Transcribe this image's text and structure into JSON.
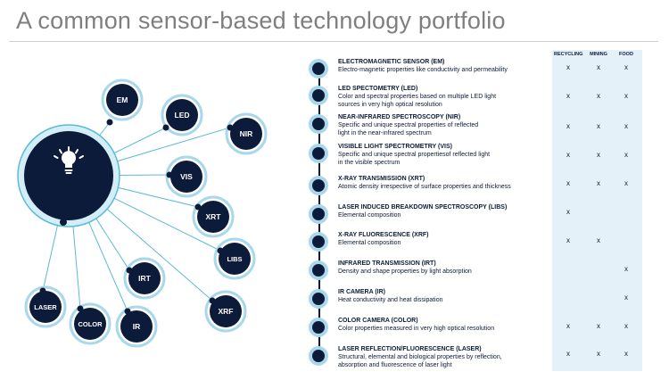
{
  "title": "A common sensor-based technology portfolio",
  "colors": {
    "navy": "#0d1b3a",
    "ring": "#a9d8ec",
    "line": "#5bbad8",
    "table_bg": "#e4f1f8",
    "title_gray": "#7f7f7f"
  },
  "central_icon": "lightbulb-icon",
  "columns": [
    "RECYCLING",
    "MINING",
    "FOOD"
  ],
  "hub_nodes": [
    "EM",
    "LED",
    "NIR",
    "VIS",
    "XRT",
    "LIBS",
    "XRF",
    "IR",
    "IRT",
    "COLOR",
    "LASER"
  ],
  "items": [
    {
      "title": "ELECTROMAGNETIC SENSOR (EM)",
      "desc": [
        "Electro-magnetic properties like conductivity and permeability"
      ],
      "marks": [
        "x",
        "x",
        "x"
      ]
    },
    {
      "title": "LED SPECTOMETRY (LED)",
      "desc": [
        "Color and spectral properties based on multiple LED light",
        "sources in very high optical resolution"
      ],
      "marks": [
        "x",
        "x",
        "x"
      ]
    },
    {
      "title": "NEAR-INFRARED SPECTROSCOPY (NIR)",
      "desc": [
        "Specific and unique spectral properties of reflected",
        "light in the near-infrared spectrum"
      ],
      "marks": [
        "x",
        "x",
        "x"
      ]
    },
    {
      "title": "VISIBLE LIGHT SPECTROMETRY (VIS)",
      "desc": [
        "Specific and unique spectral propertiesof reflected light",
        "in the visible spectrum"
      ],
      "marks": [
        "x",
        "x",
        "x"
      ]
    },
    {
      "title": "X-RAY TRANSMISSION (XRT)",
      "desc": [
        "Atomic density irrespective of surface properties and thickness"
      ],
      "marks": [
        "x",
        "x",
        "x"
      ]
    },
    {
      "title": "LASER INDUCED BREAKDOWN SPECTROSCOPY (LIBS)",
      "desc": [
        "Elemental composition"
      ],
      "marks": [
        "x",
        "",
        ""
      ]
    },
    {
      "title": "X-RAY FLUORESCENCE (XRF)",
      "desc": [
        "Elemental composition"
      ],
      "marks": [
        "x",
        "x",
        ""
      ]
    },
    {
      "title": "INFRARED TRANSMISSION (IRT)",
      "desc": [
        "Density and shape properties by light absorption"
      ],
      "marks": [
        "",
        "",
        "x"
      ]
    },
    {
      "title": "IR CAMERA (IR)",
      "desc": [
        "Heat conductivity and heat dissipation"
      ],
      "marks": [
        "",
        "",
        "x"
      ]
    },
    {
      "title": "COLOR CAMERA (COLOR)",
      "desc": [
        "Color properties measured in very high optical resolution"
      ],
      "marks": [
        "x",
        "x",
        "x"
      ]
    },
    {
      "title": "LASER REFLECTION/FLUORESCENCE (LASER)",
      "desc": [
        "Structural, elemental and biological properties by reflection,",
        "absorption and fluorescence of laser light"
      ],
      "marks": [
        "x",
        "x",
        "x"
      ]
    }
  ]
}
